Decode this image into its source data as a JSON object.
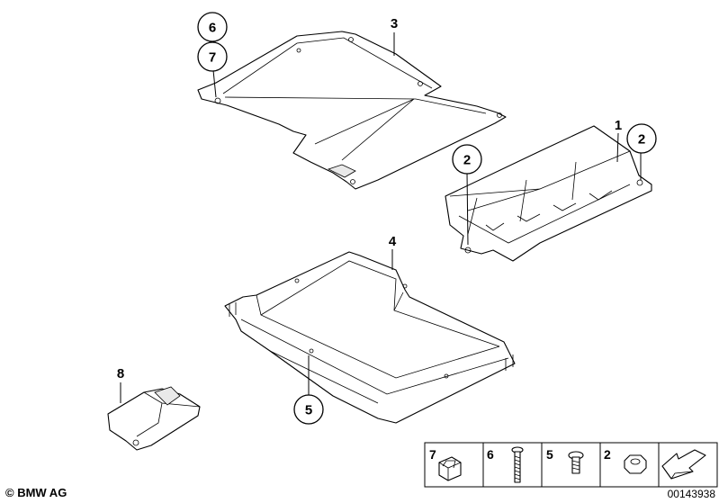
{
  "callouts": {
    "c6": "6",
    "c7": "7",
    "c2a": "2",
    "c2b": "2",
    "c5": "5"
  },
  "labels": {
    "l3": "3",
    "l1": "1",
    "l4": "4",
    "l8": "8"
  },
  "legend": {
    "items": [
      "7",
      "6",
      "5",
      "2"
    ]
  },
  "footer": {
    "copyright": "© BMW AG",
    "drawing_number": "00143938"
  }
}
